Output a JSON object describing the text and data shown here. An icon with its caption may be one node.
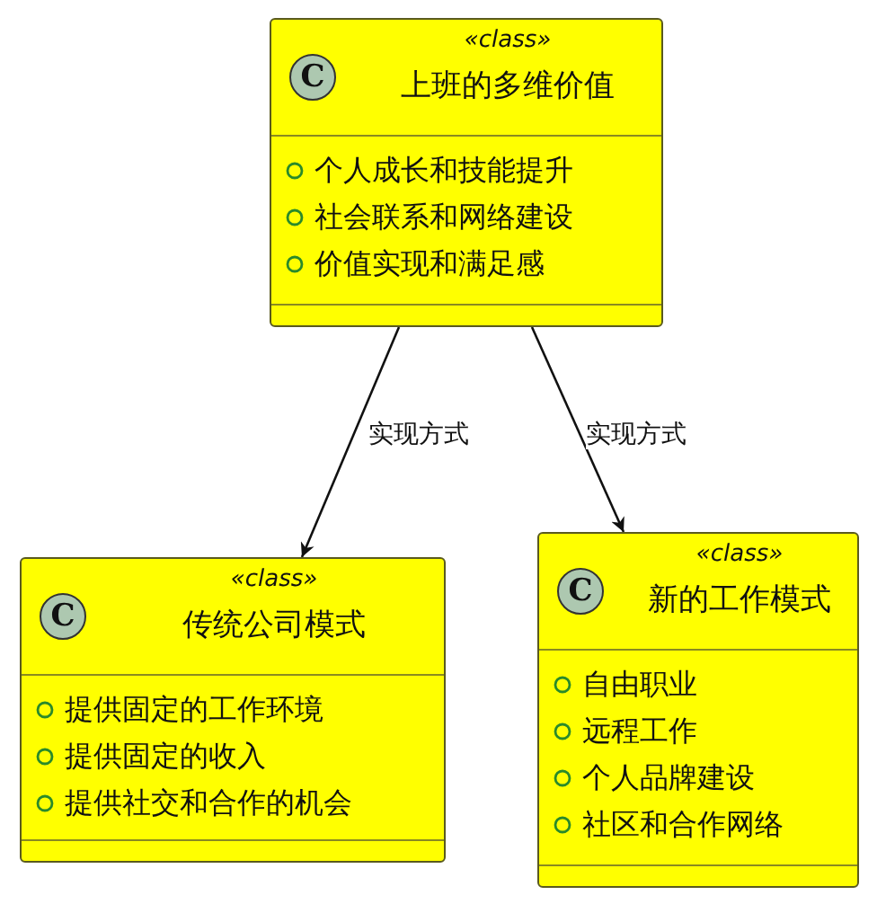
{
  "diagram": {
    "nodes": [
      {
        "text": [
          "C",
          "«class»",
          "上班的多维价值",
          "个人成长和技能提升",
          "社会联系和网络建设",
          "价值实现和满足感"
        ]
      },
      {
        "text": [
          "C",
          "«class»",
          "传统公司模式",
          "提供固定的工作环境",
          "提供固定的收入",
          "提供社交和合作的机会"
        ]
      },
      {
        "text": [
          "C",
          "«class»",
          "新的工作模式",
          "自由职业",
          "远程工作",
          "个人品牌建设",
          "社区和合作网络"
        ]
      }
    ],
    "edges": [
      {
        "from": 0,
        "to": 1,
        "arrow": "to",
        "label": "实现方式"
      },
      {
        "from": 0,
        "to": 2,
        "arrow": "to",
        "label": "实现方式"
      }
    ]
  }
}
